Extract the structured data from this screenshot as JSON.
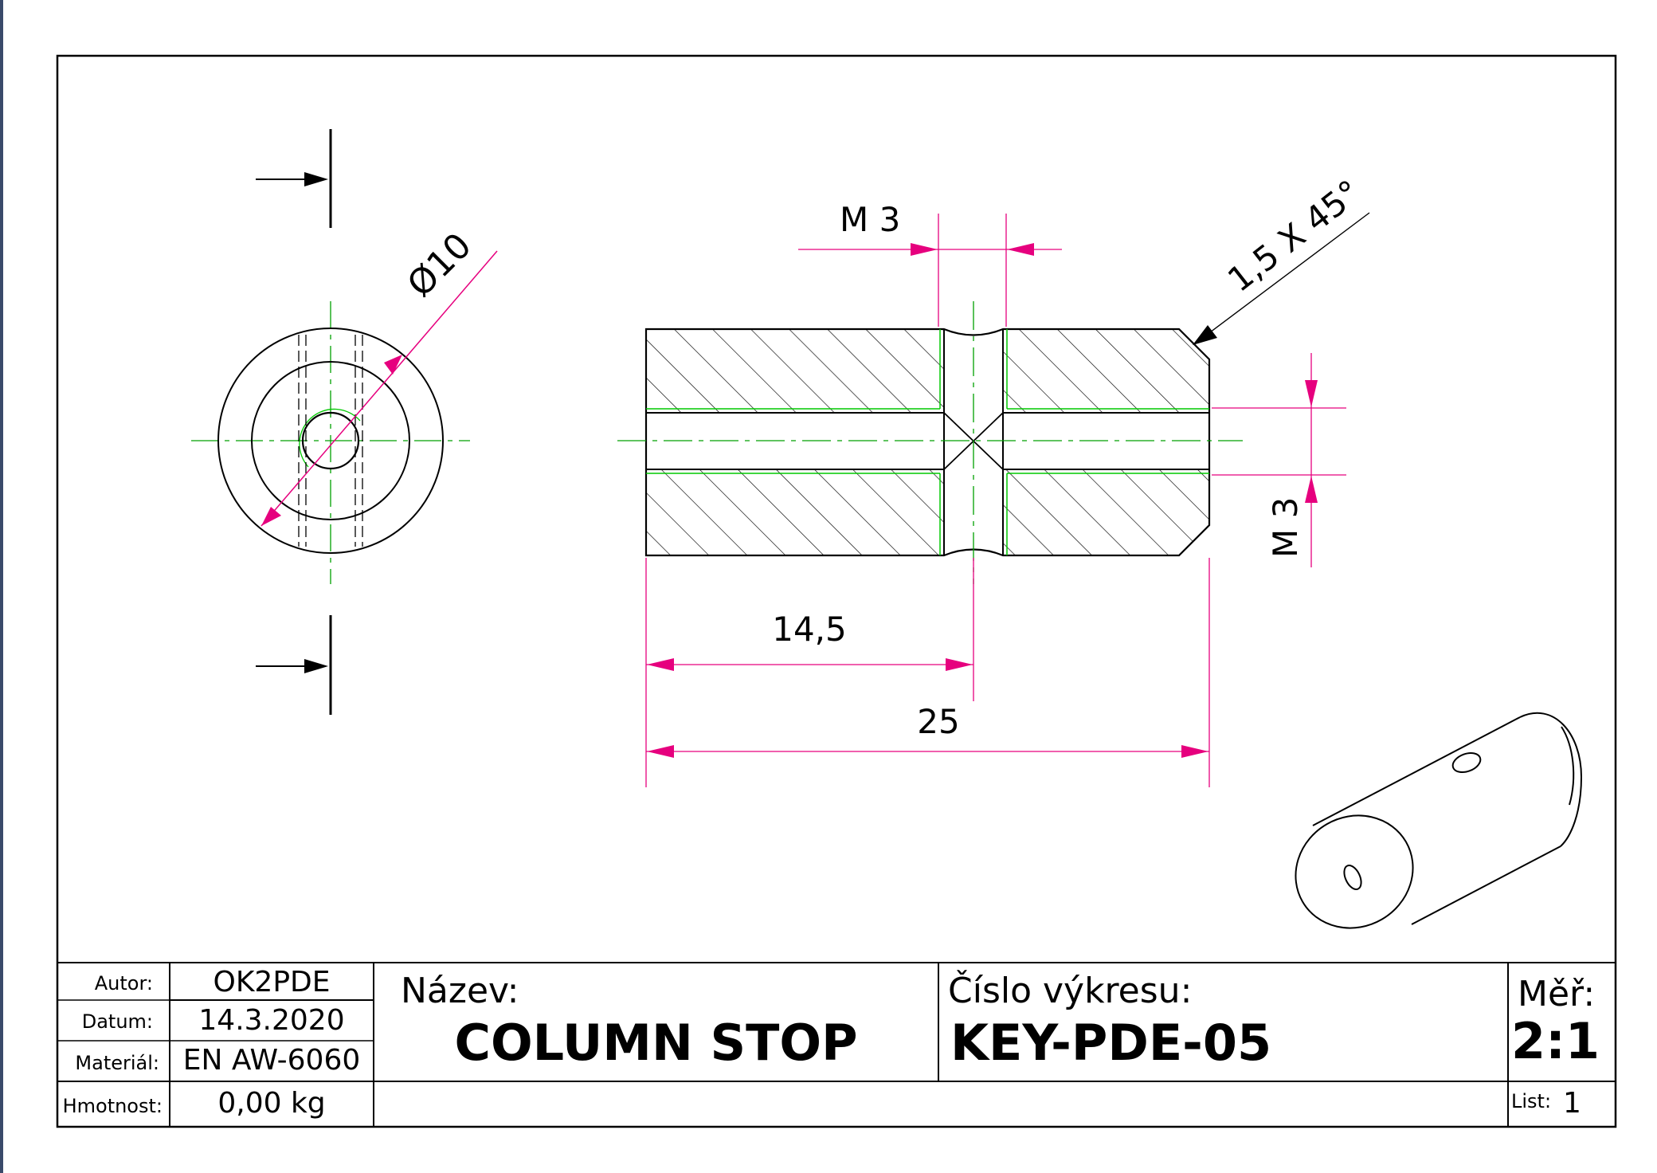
{
  "dimensions": {
    "diameter": "Ø10",
    "thread_top": "M 3",
    "thread_side": "M 3",
    "chamfer": "1,5 X 45°",
    "length_partial": "14,5",
    "length_total": "25"
  },
  "title_block": {
    "author_label": "Autor:",
    "author_value": "OK2PDE",
    "date_label": "Datum:",
    "date_value": "14.3.2020",
    "material_label": "Materiál:",
    "material_value": "EN AW-6060",
    "mass_label": "Hmotnost:",
    "mass_value": "0,00 kg",
    "name_label": "Název:",
    "name_value": "COLUMN STOP",
    "number_label": "Číslo výkresu:",
    "number_value": "KEY-PDE-05",
    "scale_label": "Měř:",
    "scale_value": "2:1",
    "sheet_label": "List:",
    "sheet_value": "1"
  },
  "colors": {
    "line": "#000000",
    "dimension": "#e6007e",
    "centerline": "#00a000",
    "thread": "#00c800"
  }
}
